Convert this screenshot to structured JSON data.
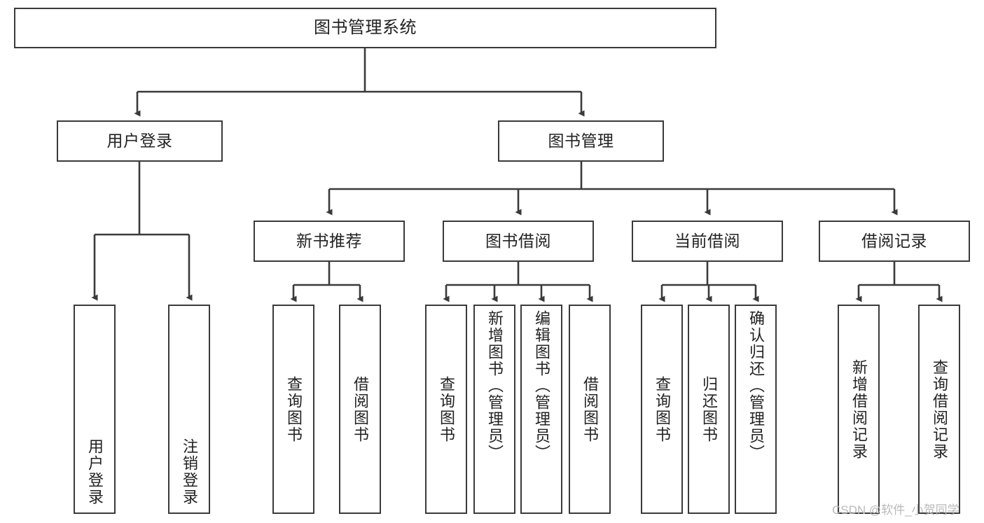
{
  "diagram": {
    "title": "图书管理系统",
    "type": "tree-hierarchy",
    "root": {
      "label": "图书管理系统"
    },
    "level2": [
      {
        "label": "用户登录"
      },
      {
        "label": "图书管理"
      }
    ],
    "level3": [
      {
        "label": "新书推荐"
      },
      {
        "label": "图书借阅"
      },
      {
        "label": "当前借阅"
      },
      {
        "label": "借阅记录"
      }
    ],
    "leaves": {
      "user_login": [
        {
          "label": "用户登录"
        },
        {
          "label": "注销登录"
        }
      ],
      "new_book_recommend": [
        {
          "label": "查询图书"
        },
        {
          "label": "借阅图书"
        }
      ],
      "book_borrow": [
        {
          "label": "查询图书"
        },
        {
          "label": "新增图书（管理员）"
        },
        {
          "label": "编辑图书（管理员）"
        },
        {
          "label": "借阅图书"
        }
      ],
      "current_borrow": [
        {
          "label": "查询图书"
        },
        {
          "label": "归还图书"
        },
        {
          "label": "确认归还（管理员）"
        }
      ],
      "borrow_record": [
        {
          "label": "新增借阅记录"
        },
        {
          "label": "查询借阅记录"
        }
      ]
    }
  },
  "watermark": {
    "text": "CSDN @软件_小贺同学"
  },
  "colors": {
    "stroke": "#3a3a3a",
    "background": "#ffffff",
    "text": "#222222",
    "watermark": "#b9b9b9"
  }
}
